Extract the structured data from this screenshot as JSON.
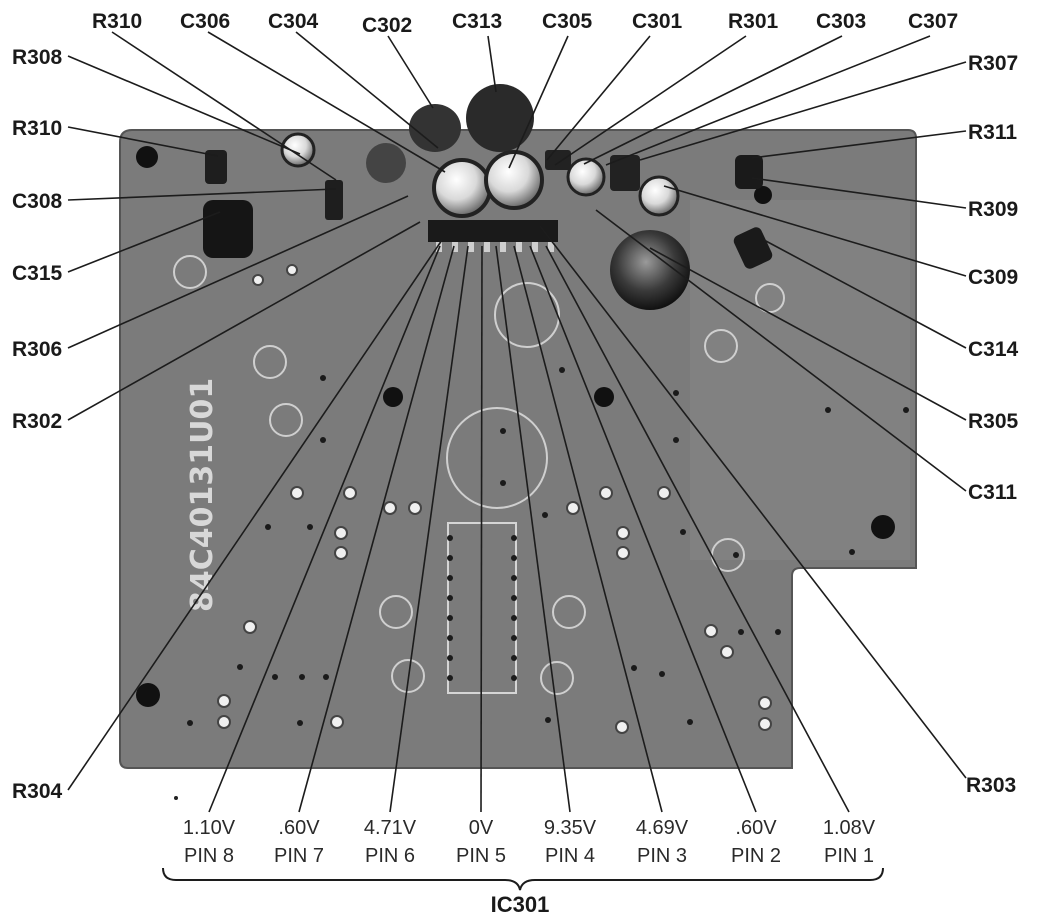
{
  "labels": {
    "top": [
      "R310",
      "C306",
      "C304",
      "C302",
      "C313",
      "C305",
      "C301",
      "R301",
      "C303",
      "C307"
    ],
    "left": [
      "R308",
      "R310",
      "C308",
      "C315",
      "R306",
      "R302",
      "R304"
    ],
    "right": [
      "R307",
      "R311",
      "R309",
      "C309",
      "C314",
      "R305",
      "C311",
      "R303"
    ]
  },
  "board_marking": "84C40131U01",
  "pins": [
    {
      "voltage": "1.10V",
      "pin": "PIN 8"
    },
    {
      "voltage": ".60V",
      "pin": "PIN 7"
    },
    {
      "voltage": "4.71V",
      "pin": "PIN 6"
    },
    {
      "voltage": "0V",
      "pin": "PIN 5"
    },
    {
      "voltage": "9.35V",
      "pin": "PIN 4"
    },
    {
      "voltage": "4.69V",
      "pin": "PIN 3"
    },
    {
      "voltage": ".60V",
      "pin": "PIN 2"
    },
    {
      "voltage": "1.08V",
      "pin": "PIN 1"
    }
  ],
  "ic_label": "IC301",
  "colors": {
    "board": "#7b7b7b",
    "board_dark": "#5e5e5e",
    "ink": "#1a1a1a"
  }
}
